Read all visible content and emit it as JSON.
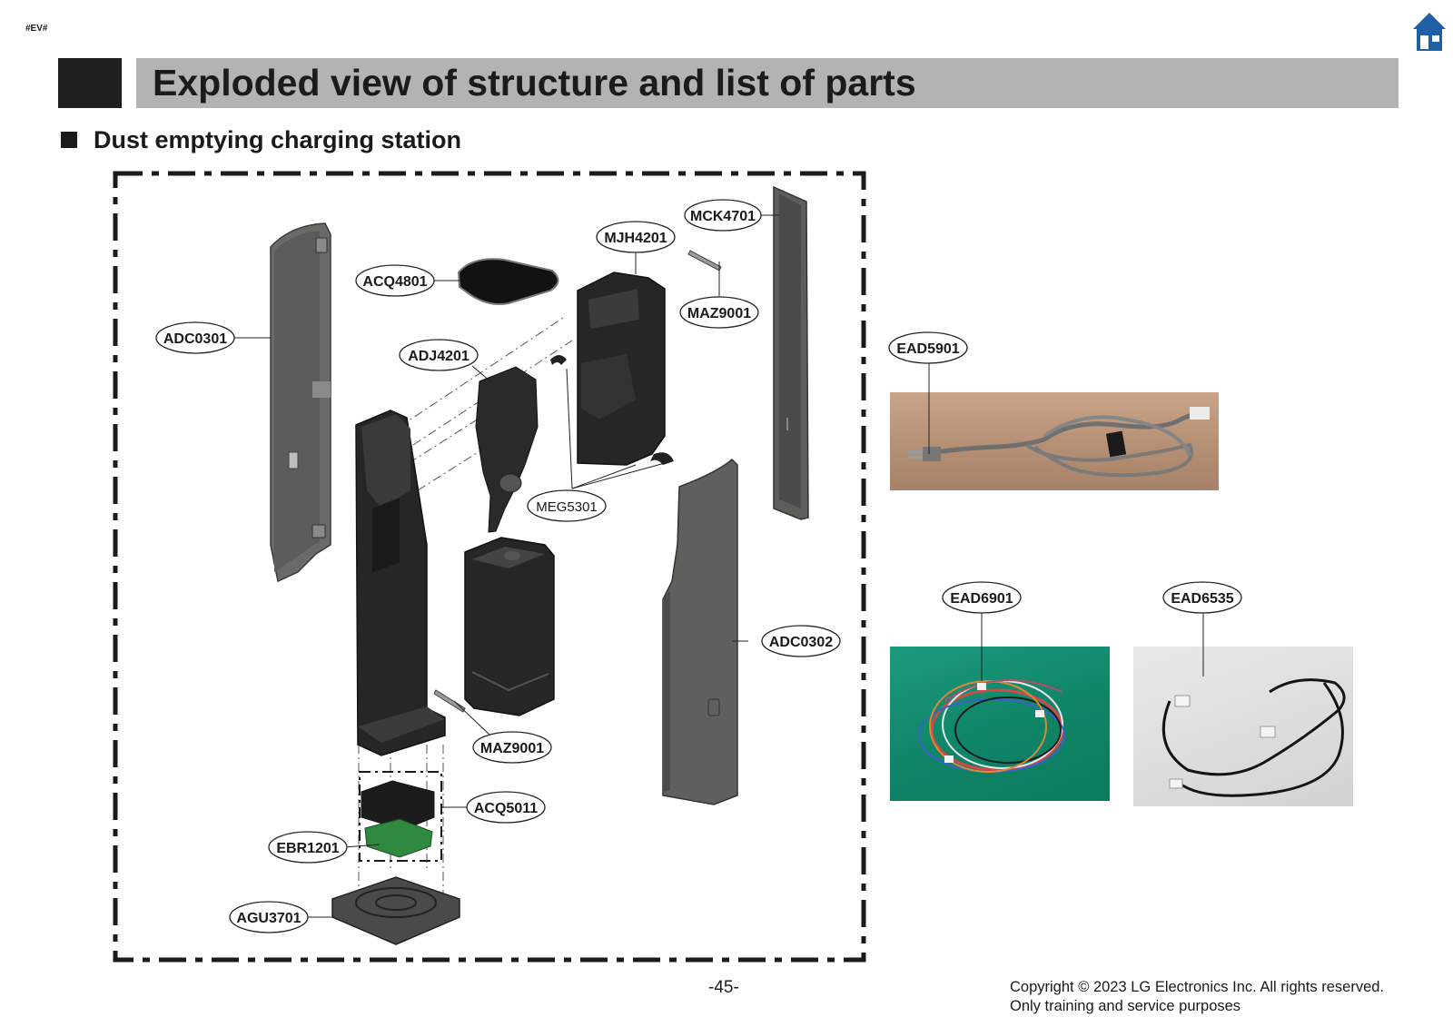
{
  "header": {
    "tag": "#EV#",
    "title": "Exploded view of structure and list of parts",
    "home_icon": "home-icon"
  },
  "section": {
    "subtitle": "Dust emptying charging station"
  },
  "diagram": {
    "part_labels": {
      "mck4701": "MCK4701",
      "mjh4201": "MJH4201",
      "acq4801": "ACQ4801",
      "maz9001_top": "MAZ9001",
      "adc0301": "ADC0301",
      "adj4201": "ADJ4201",
      "meg5301": "MEG5301",
      "adc0302": "ADC0302",
      "maz9001_bottom": "MAZ9001",
      "acq5011": "ACQ5011",
      "ebr1201": "EBR1201",
      "agu3701": "AGU3701"
    }
  },
  "photos": {
    "ead5901": "EAD5901",
    "ead6901": "EAD6901",
    "ead6535": "EAD6535"
  },
  "footer": {
    "page_number": "-45-",
    "copyright_line1": "Copyright © 2023 LG Electronics Inc. All rights reserved.",
    "copyright_line2": "Only training and service purposes"
  },
  "colors": {
    "title_bar": "#b3b3b3",
    "title_block": "#1f1f1f",
    "home_icon": "#1f5fa6",
    "part_dark": "#2b2b2b",
    "panel_gray": "#5d5d5a"
  }
}
